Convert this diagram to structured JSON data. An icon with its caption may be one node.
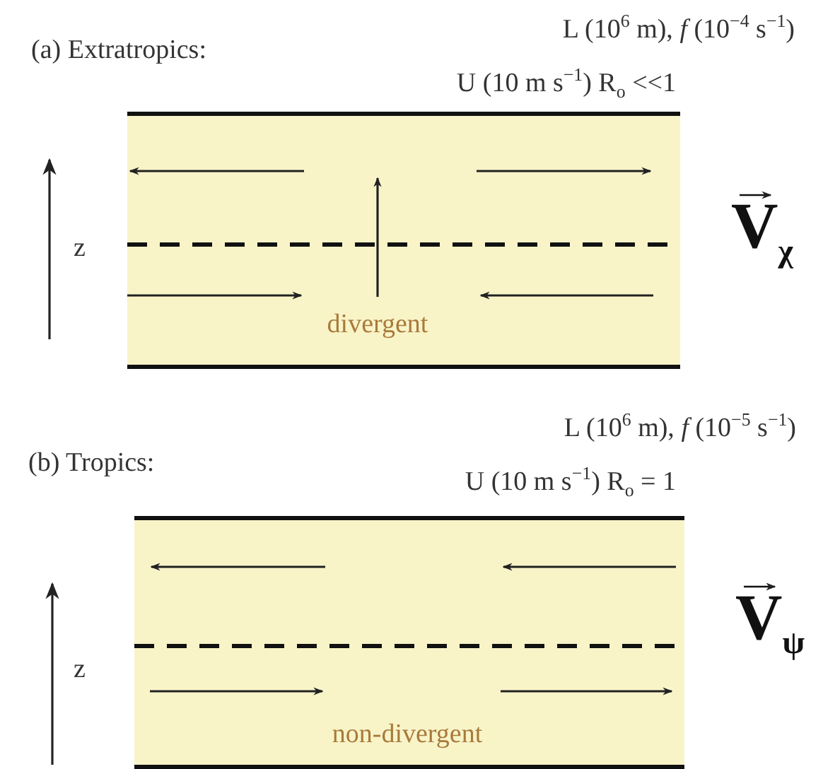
{
  "diagram": {
    "nodes": [
      {
        "text": [
          "divergent"
        ]
      },
      {
        "text": [
          "non-divergent"
        ]
      }
    ],
    "labels": [
      "L (10$^{6}$ m), *f* (10$^{−4}$ s$^{−1}$)",
      "(a) Extratropics:",
      "U (10 m s$^{−1}$) R$_{o}$ <<1",
      "z",
      "V$_{χ}$",
      "L (10$^{6}$ m), *f* (10$^{−5}$ s$^{−1}$)",
      "(b) Tropics:",
      "U (10 m s$^{−1}$) R$_{o}$ = 1",
      "z",
      "V$_{ψ}$"
    ]
  }
}
